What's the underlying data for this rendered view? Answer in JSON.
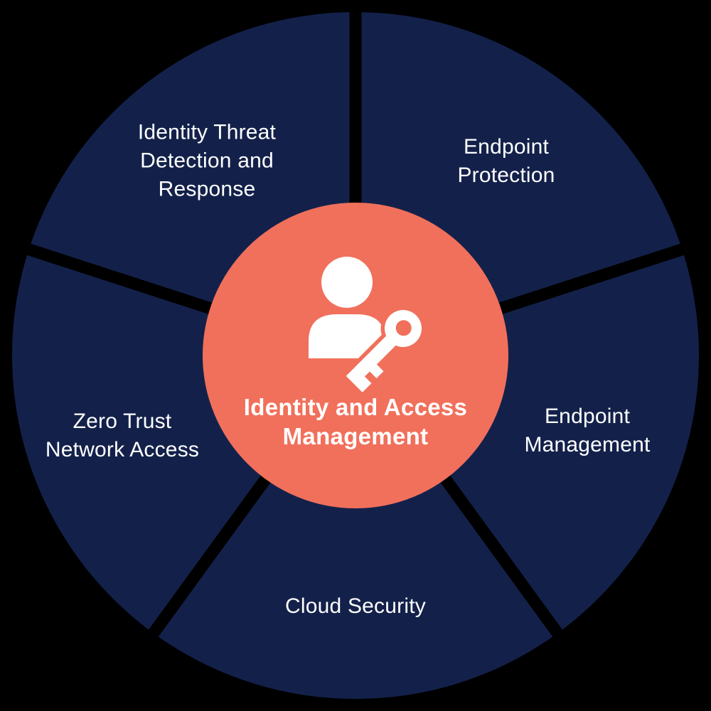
{
  "diagram": {
    "type": "wheel-infographic",
    "center": {
      "label": "Identity and Access Management",
      "icon": "user-with-key",
      "color": "#F1705B",
      "text_color": "#FFFFFF"
    },
    "segments": [
      {
        "label": "Identity Threat Detection and Response",
        "position": "top-left"
      },
      {
        "label": "Endpoint Protection",
        "position": "top-right"
      },
      {
        "label": "Endpoint Management",
        "position": "right"
      },
      {
        "label": "Cloud Security",
        "position": "bottom"
      },
      {
        "label": "Zero Trust Network Access",
        "position": "left"
      }
    ],
    "colors": {
      "background": "#000000",
      "segment": "#13214A",
      "center": "#F1705B",
      "label_text": "#FFFFFF"
    }
  }
}
